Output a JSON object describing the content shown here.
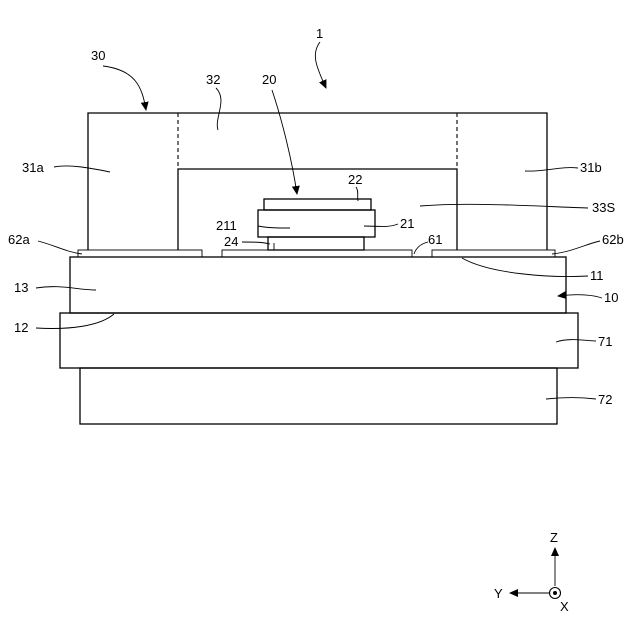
{
  "labels": {
    "device": "1",
    "cap": "30",
    "cap_top": "32",
    "chip": "20",
    "chip_top": "22",
    "wall_left": "31a",
    "wall_right": "31b",
    "space": "33S",
    "chip_layer": "211",
    "chip_body": "21",
    "bump": "24",
    "pad_center": "61",
    "pad_left": "62a",
    "pad_right": "62b",
    "surface": "11",
    "substrate_side": "13",
    "substrate": "10",
    "bottom_face": "12",
    "layer_mid": "71",
    "layer_bottom": "72"
  },
  "axes": {
    "z": "Z",
    "y": "Y",
    "x": "X"
  }
}
